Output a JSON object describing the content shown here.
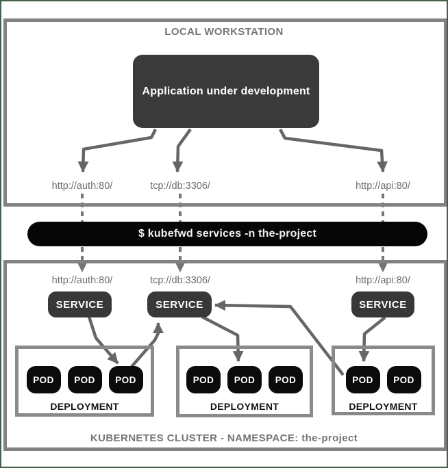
{
  "workstation": {
    "title": "LOCAL WORKSTATION",
    "app_box_label": "Application under development",
    "endpoints": [
      "http://auth:80/",
      "tcp://db:3306/",
      "http://api:80/"
    ]
  },
  "command_bar": {
    "text": "$ kubefwd services -n the-project"
  },
  "cluster": {
    "title": "KUBERNETES CLUSTER - NAMESPACE: the-project",
    "endpoints": [
      "http://auth:80/",
      "tcp://db:3306/",
      "http://api:80/"
    ],
    "services": [
      "SERVICE",
      "SERVICE",
      "SERVICE"
    ],
    "deployments": [
      {
        "label": "DEPLOYMENT",
        "pods": [
          "POD",
          "POD",
          "POD"
        ]
      },
      {
        "label": "DEPLOYMENT",
        "pods": [
          "POD",
          "POD",
          "POD"
        ]
      },
      {
        "label": "DEPLOYMENT",
        "pods": [
          "POD",
          "POD"
        ]
      }
    ]
  },
  "colors": {
    "solid_arrow": "#666666",
    "dashed_arrow": "#757575",
    "section_border": "#828282",
    "dark_box": "#383838",
    "pod_black": "#0b0b0b",
    "frame_green": "#40604a"
  }
}
